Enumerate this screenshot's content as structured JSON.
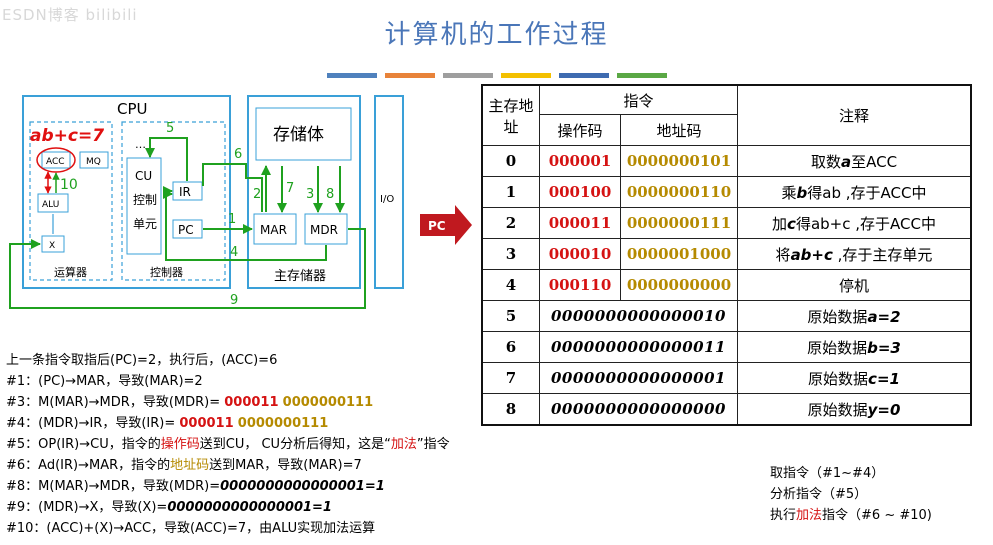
{
  "watermark": "ESDN博客 bilibili",
  "title": "计算机的工作过程",
  "colors": [
    "#4f81bd",
    "#e8833a",
    "#9e9e9e",
    "#f3c000",
    "#3e6bb0",
    "#5aa845"
  ],
  "diagram": {
    "cpu": "CPU",
    "annotation": "ab+c=7",
    "acc": "ACC",
    "mq": "MQ",
    "alu": "ALU",
    "x": "X",
    "alu_unit": "运算器",
    "cu": "CU",
    "cu_sub1": "控制",
    "cu_sub2": "单元",
    "ellipsis": "…",
    "ir": "IR",
    "pc": "PC",
    "ctrl_unit": "控制器",
    "storage": "存储体",
    "mar": "MAR",
    "mdr": "MDR",
    "main_mem": "主存储器",
    "io": "I/O",
    "pc_arrow": "PC",
    "step_labels": [
      "1",
      "2",
      "3",
      "4",
      "5",
      "6",
      "7",
      "8",
      "9",
      "10"
    ]
  },
  "table": {
    "h_addr": "主存地址",
    "h_instr": "指令",
    "h_op": "操作码",
    "h_ad": "地址码",
    "h_note": "注释",
    "rows": [
      {
        "addr": "0",
        "op": "000001",
        "ad": "0000000101",
        "note_pre": "取数",
        "note_var": "a",
        "note_post": "至ACC"
      },
      {
        "addr": "1",
        "op": "000100",
        "ad": "0000000110",
        "note_pre": "乘",
        "note_var": "b",
        "note_post": "得ab ,存于ACC中"
      },
      {
        "addr": "2",
        "op": "000011",
        "ad": "0000000111",
        "note_pre": "加",
        "note_var": "c",
        "note_post": "得ab+c ,存于ACC中"
      },
      {
        "addr": "3",
        "op": "000010",
        "ad": "0000001000",
        "note_pre": "将",
        "note_var": "ab+c",
        "note_post": " ,存于主存单元"
      },
      {
        "addr": "4",
        "op": "000110",
        "ad": "0000000000",
        "note_pre": "停机",
        "note_var": "",
        "note_post": ""
      }
    ],
    "data_rows": [
      {
        "addr": "5",
        "word": "0000000000000010",
        "note": "原始数据",
        "var": "a=2"
      },
      {
        "addr": "6",
        "word": "0000000000000011",
        "note": "原始数据",
        "var": "b=3"
      },
      {
        "addr": "7",
        "word": "0000000000000001",
        "note": "原始数据",
        "var": "c=1"
      },
      {
        "addr": "8",
        "word": "0000000000000000",
        "note": "原始数据",
        "var": "y=0"
      }
    ]
  },
  "steps": {
    "intro": "上一条指令取指后(PC)=2，执行后，(ACC)=6",
    "s1": "#1：(PC)→MAR，导致(MAR)=2",
    "s3_pre": "#3：M(MAR)→MDR，导致(MDR)= ",
    "s3_op": "000011",
    "s3_ad": "0000000111",
    "s4_pre": "#4：(MDR)→IR，导致(IR)= ",
    "s4_op": "000011",
    "s4_ad": "0000000111",
    "s5_a": "#5：OP(IR)→CU，指令的",
    "s5_b": "操作码",
    "s5_c": "送到CU， CU分析后得知，这是“",
    "s5_d": "加法",
    "s5_e": "”指令",
    "s6_a": "#6：Ad(IR)→MAR，指令的",
    "s6_b": "地址码",
    "s6_c": "送到MAR，导致(MAR)=7",
    "s8_pre": "#8：M(MAR)→MDR，导致(MDR)=",
    "s8_val": "0000000000000001=1",
    "s9_pre": "#9：(MDR)→X，导致(X)=",
    "s9_val": "0000000000000001=1",
    "s10": "#10：(ACC)+(X)→ACC，导致(ACC)=7，由ALU实现加法运算"
  },
  "summary": {
    "fetch": "取指令（#1~#4）",
    "analyze": "分析指令（#5）",
    "exec_a": "执行",
    "exec_b": "加法",
    "exec_c": "指令（#6 ~ #10)"
  }
}
